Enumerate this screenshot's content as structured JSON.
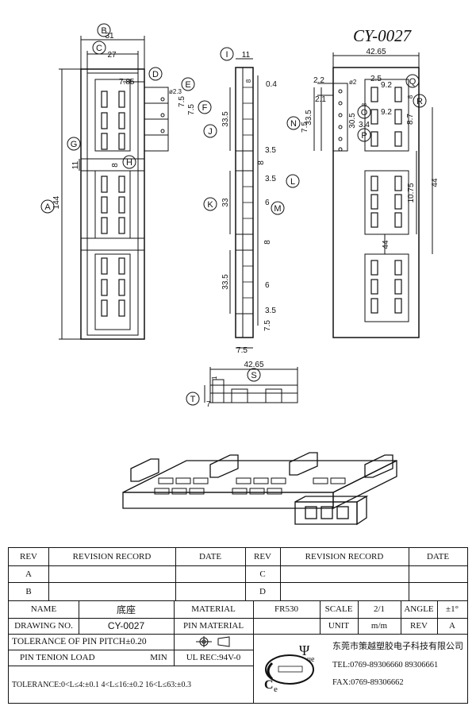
{
  "drawing": {
    "part_number": "CY-0027",
    "balloons": [
      "A",
      "B",
      "C",
      "D",
      "E",
      "F",
      "G",
      "H",
      "I",
      "J",
      "K",
      "L",
      "M",
      "N",
      "O",
      "P",
      "Q",
      "R",
      "S",
      "T"
    ],
    "dims": {
      "b_width": "31",
      "c_width": "27",
      "height_total": "144",
      "d_offset": "7.85",
      "e_hole": "ø2.3",
      "f_pitch": "7.5",
      "f_pitch2": "7.5",
      "g_gap": "11",
      "h_gap": "8",
      "i_width": "11",
      "top_gap": "0.4",
      "j_len": "33.5",
      "gap_a": "3.5",
      "l_gap": "3.5",
      "k_len": "33",
      "m_pitch": "6",
      "mid_gap": "8",
      "gap_c": "6",
      "bottom_len": "33.5",
      "gap_b": "3.5",
      "side_pitch": "7.5",
      "bottom_w": "7.5",
      "right_width": "42.65",
      "r_a": "2.2",
      "r_b": "ø2",
      "r_c": "2.5",
      "r_d": "9.2",
      "r_e": "2.1",
      "r_f": "7.5",
      "r_g": "33.5",
      "r_h": "30.5",
      "r_i": "8",
      "r_j": "8",
      "r_k": "9.2",
      "r_l": "3.4",
      "r_m": "8.7",
      "r_n": "8",
      "r_o": "44",
      "r_p": "10.75",
      "r_q": "44",
      "s_width": "42.65",
      "s_small": "1",
      "t_height": "7"
    }
  },
  "title_block": {
    "rev_header": "REV",
    "revision_record": "REVISION RECORD",
    "date_header": "DATE",
    "rev_a": "A",
    "rev_b": "B",
    "rev_c": "C",
    "rev_d": "D",
    "name_label": "NAME",
    "name_value": "底座",
    "material_label": "MATERIAL",
    "material_value": "FR530",
    "scale_label": "SCALE",
    "scale_value": "2/1",
    "angle_label": "ANGLE",
    "angle_value": "±1°",
    "drawing_no_label": "DRAWING NO.",
    "drawing_no_value": "CY-0027",
    "pin_material": "PIN MATERIAL",
    "unit_label": "UNIT",
    "unit_value": "m/m",
    "rev_label": "REV",
    "rev_value": "A",
    "pitch_tolerance": "TOLERANCE OF PIN PITCH±0.20",
    "pin_tension": "PIN TENION LOAD",
    "min_label": "MIN",
    "ul_rec": "UL REC:94V-0",
    "tolerance_line": "TOLERANCE:0<L≤4:±0.1  4<L≤16:±0.2  16<L≤63:±0.3",
    "company": "东莞市策越塑胶电子科技有限公司",
    "tel": "TEL:0769-89306660 89306661",
    "fax": "FAX:0769-89306662",
    "logo_text": "CeYue"
  }
}
